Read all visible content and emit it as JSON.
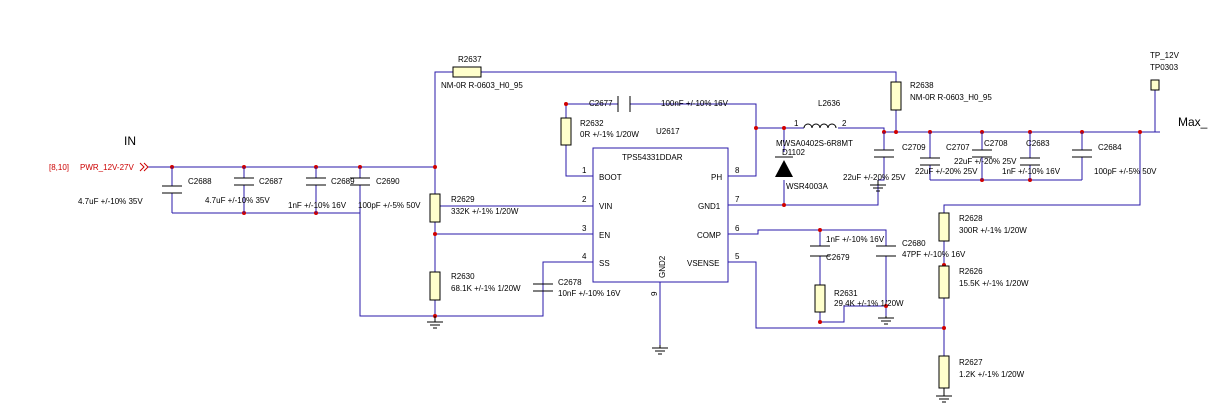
{
  "net": {
    "in_label": "IN",
    "pwr_ref": "[8,10]",
    "pwr_name": "PWR_12V-27V",
    "max_label": "Max_",
    "tp_label": "TP_12V",
    "tp_ref": "TP0303"
  },
  "ic": {
    "ref": "U2617",
    "part": "TPS54331DDAR",
    "gnd_pin": "GND2",
    "gnd_pin_num": "9",
    "pins": {
      "boot": "BOOT",
      "boot_n": "1",
      "vin": "VIN",
      "vin_n": "2",
      "en": "EN",
      "en_n": "3",
      "ss": "SS",
      "ss_n": "4",
      "ph": "PH",
      "ph_n": "8",
      "gnd1": "GND1",
      "gnd1_n": "7",
      "comp": "COMP",
      "comp_n": "6",
      "vsense": "VSENSE",
      "vsense_n": "5"
    }
  },
  "components": {
    "r2637": {
      "ref": "R2637",
      "value": "NM-0R R-0603_H0_95"
    },
    "r2638": {
      "ref": "R2638",
      "value": "NM-0R R-0603_H0_95"
    },
    "c2677": {
      "ref": "C2677",
      "value": "100nF +/-10% 16V"
    },
    "r2632": {
      "ref": "R2632",
      "value": "0R +/-1% 1/20W"
    },
    "l2636": {
      "ref": "L2636",
      "part": "MWSA0402S-6R8MT",
      "pin1": "1",
      "pin2": "2"
    },
    "d1102": {
      "ref": "D1102",
      "value": "WSR4003A"
    },
    "c2688": {
      "ref": "C2688",
      "value": "4.7uF +/-10% 35V"
    },
    "c2687": {
      "ref": "C2687",
      "value": "4.7uF +/-10% 35V"
    },
    "c2689": {
      "ref": "C2689",
      "value": "1nF +/-10% 16V"
    },
    "c2690": {
      "ref": "C2690",
      "value": "100pF +/-5% 50V"
    },
    "r2629": {
      "ref": "R2629",
      "value": "332K +/-1% 1/20W"
    },
    "r2630": {
      "ref": "R2630",
      "value": "68.1K +/-1% 1/20W"
    },
    "c2678": {
      "ref": "C2678",
      "value": "10nF +/-10% 16V"
    },
    "c2709": {
      "ref": "C2709",
      "value": "22uF +/-20% 25V"
    },
    "c2707": {
      "ref": "C2707",
      "value": "22uF +/-20% 25V"
    },
    "c2708": {
      "ref": "C2708",
      "value": "22uF +/-20% 25V"
    },
    "c2683": {
      "ref": "C2683",
      "value": "1nF +/-10% 16V"
    },
    "c2684": {
      "ref": "C2684",
      "value": "100pF +/-5% 50V"
    },
    "r2628": {
      "ref": "R2628",
      "value": "300R +/-1% 1/20W"
    },
    "r2626": {
      "ref": "R2626",
      "value": "15.5K +/-1% 1/20W"
    },
    "r2627": {
      "ref": "R2627",
      "value": "1.2K +/-1% 1/20W"
    },
    "c2679": {
      "ref": "C2679",
      "value": "1nF +/-10% 16V"
    },
    "c2680": {
      "ref": "C2680",
      "value": "47PF +/-10% 16V"
    },
    "r2631": {
      "ref": "R2631",
      "value": "29.4K +/-1% 1/20W"
    }
  }
}
